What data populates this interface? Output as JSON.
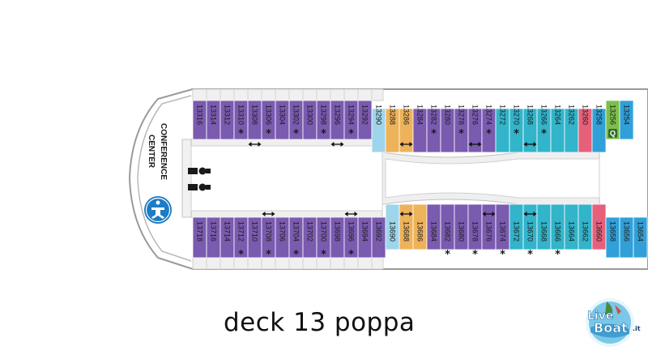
{
  "conference_label_line1": "CONFERENCE",
  "conference_label_line2": "CENTER",
  "caption": "deck 13 poppa",
  "logo": {
    "word1": "Live",
    "word2": "Boat",
    "suffix": ".it"
  },
  "icons": {
    "elevator": "elevator-icon",
    "accessibility": "accessibility-icon",
    "connecting": "double-arrow-icon",
    "quiet": "q-badge-icon"
  },
  "colors": {
    "purple": "#7a5bb0",
    "teal": "#32b4ca",
    "light_blue": "#9fd5ea",
    "orange": "#eeb25a",
    "pink": "#e6607a",
    "green": "#7cbf4a",
    "sky_blue": "#31a0d8",
    "hull": "#9a9a9a",
    "corridor": "#ececec"
  },
  "upper_cabins": [
    {
      "id": "13316",
      "color": "purple",
      "star": false,
      "arrow": false
    },
    {
      "id": "13314",
      "color": "purple",
      "star": false,
      "arrow": false
    },
    {
      "id": "13312",
      "color": "purple",
      "star": false,
      "arrow": false
    },
    {
      "id": "13310",
      "color": "purple",
      "star": true,
      "arrow": false
    },
    {
      "id": "13308",
      "color": "purple",
      "star": false,
      "arrow": true
    },
    {
      "id": "13306",
      "color": "purple",
      "star": true,
      "arrow": false
    },
    {
      "id": "13304",
      "color": "purple",
      "star": false,
      "arrow": false
    },
    {
      "id": "13302",
      "color": "purple",
      "star": true,
      "arrow": false
    },
    {
      "id": "13300",
      "color": "purple",
      "star": false,
      "arrow": false
    },
    {
      "id": "13298",
      "color": "purple",
      "star": true,
      "arrow": false
    },
    {
      "id": "13296",
      "color": "purple",
      "star": false,
      "arrow": true
    },
    {
      "id": "13294",
      "color": "purple",
      "star": true,
      "arrow": false
    },
    {
      "id": "13292",
      "color": "purple",
      "star": false,
      "arrow": false
    },
    {
      "id": "13290",
      "color": "light_blue",
      "star": false,
      "arrow": false
    },
    {
      "id": "13288",
      "color": "orange",
      "star": false,
      "arrow": false
    },
    {
      "id": "13286",
      "color": "orange",
      "star": false,
      "arrow": true
    },
    {
      "id": "13284",
      "color": "purple",
      "star": false,
      "arrow": false
    },
    {
      "id": "13282",
      "color": "purple",
      "star": true,
      "arrow": false
    },
    {
      "id": "13280",
      "color": "purple",
      "star": false,
      "arrow": false
    },
    {
      "id": "13278",
      "color": "purple",
      "star": true,
      "arrow": false
    },
    {
      "id": "13276",
      "color": "purple",
      "star": false,
      "arrow": true
    },
    {
      "id": "13274",
      "color": "purple",
      "star": true,
      "arrow": false
    },
    {
      "id": "13272",
      "color": "teal",
      "star": false,
      "arrow": false
    },
    {
      "id": "13270",
      "color": "teal",
      "star": true,
      "arrow": false
    },
    {
      "id": "13268",
      "color": "teal",
      "star": false,
      "arrow": true
    },
    {
      "id": "13266",
      "color": "teal",
      "star": true,
      "arrow": false
    },
    {
      "id": "13264",
      "color": "teal",
      "star": false,
      "arrow": false
    },
    {
      "id": "13262",
      "color": "teal",
      "star": false,
      "arrow": false
    },
    {
      "id": "13260",
      "color": "pink",
      "star": false,
      "arrow": false
    },
    {
      "id": "13258",
      "color": "sky_blue",
      "star": false,
      "arrow": false
    },
    {
      "id": "13256",
      "color": "green",
      "star": false,
      "arrow": false,
      "q": true
    },
    {
      "id": "13254",
      "color": "sky_blue",
      "star": false,
      "arrow": false
    }
  ],
  "lower_cabins": [
    {
      "id": "13718",
      "color": "purple",
      "star": false,
      "arrow": false
    },
    {
      "id": "13716",
      "color": "purple",
      "star": false,
      "arrow": false
    },
    {
      "id": "13714",
      "color": "purple",
      "star": false,
      "arrow": false
    },
    {
      "id": "13712",
      "color": "purple",
      "star": true,
      "arrow": false
    },
    {
      "id": "13710",
      "color": "purple",
      "star": false,
      "arrow": false
    },
    {
      "id": "13708",
      "color": "purple",
      "star": true,
      "arrow": true
    },
    {
      "id": "13706",
      "color": "purple",
      "star": false,
      "arrow": false
    },
    {
      "id": "13704",
      "color": "purple",
      "star": true,
      "arrow": false
    },
    {
      "id": "13702",
      "color": "purple",
      "star": false,
      "arrow": false
    },
    {
      "id": "13700",
      "color": "purple",
      "star": true,
      "arrow": false
    },
    {
      "id": "13698",
      "color": "purple",
      "star": false,
      "arrow": false
    },
    {
      "id": "13696",
      "color": "purple",
      "star": true,
      "arrow": true
    },
    {
      "id": "13694",
      "color": "purple",
      "star": false,
      "arrow": false
    },
    {
      "id": "13692",
      "color": "purple",
      "star": false,
      "arrow": false
    },
    {
      "id": "13690",
      "color": "light_blue",
      "star": false,
      "arrow": false
    },
    {
      "id": "13688",
      "color": "orange",
      "star": false,
      "arrow": true
    },
    {
      "id": "13686",
      "color": "orange",
      "star": false,
      "arrow": false
    },
    {
      "id": "13684",
      "color": "purple",
      "star": false,
      "arrow": false
    },
    {
      "id": "13682",
      "color": "purple",
      "star": true,
      "arrow": false
    },
    {
      "id": "13680",
      "color": "purple",
      "star": false,
      "arrow": false
    },
    {
      "id": "13678",
      "color": "purple",
      "star": true,
      "arrow": false
    },
    {
      "id": "13676",
      "color": "purple",
      "star": false,
      "arrow": true
    },
    {
      "id": "13674",
      "color": "purple",
      "star": true,
      "arrow": false
    },
    {
      "id": "13672",
      "color": "teal",
      "star": false,
      "arrow": false
    },
    {
      "id": "13670",
      "color": "teal",
      "star": true,
      "arrow": true
    },
    {
      "id": "13668",
      "color": "teal",
      "star": false,
      "arrow": false
    },
    {
      "id": "13666",
      "color": "teal",
      "star": true,
      "arrow": false
    },
    {
      "id": "13664",
      "color": "teal",
      "star": false,
      "arrow": false
    },
    {
      "id": "13662",
      "color": "teal",
      "star": false,
      "arrow": false
    },
    {
      "id": "13660",
      "color": "pink",
      "star": false,
      "arrow": false
    },
    {
      "id": "13658",
      "color": "sky_blue",
      "star": false,
      "arrow": false
    },
    {
      "id": "13656",
      "color": "sky_blue",
      "star": false,
      "arrow": false
    },
    {
      "id": "13654",
      "color": "sky_blue",
      "star": false,
      "arrow": false
    }
  ]
}
